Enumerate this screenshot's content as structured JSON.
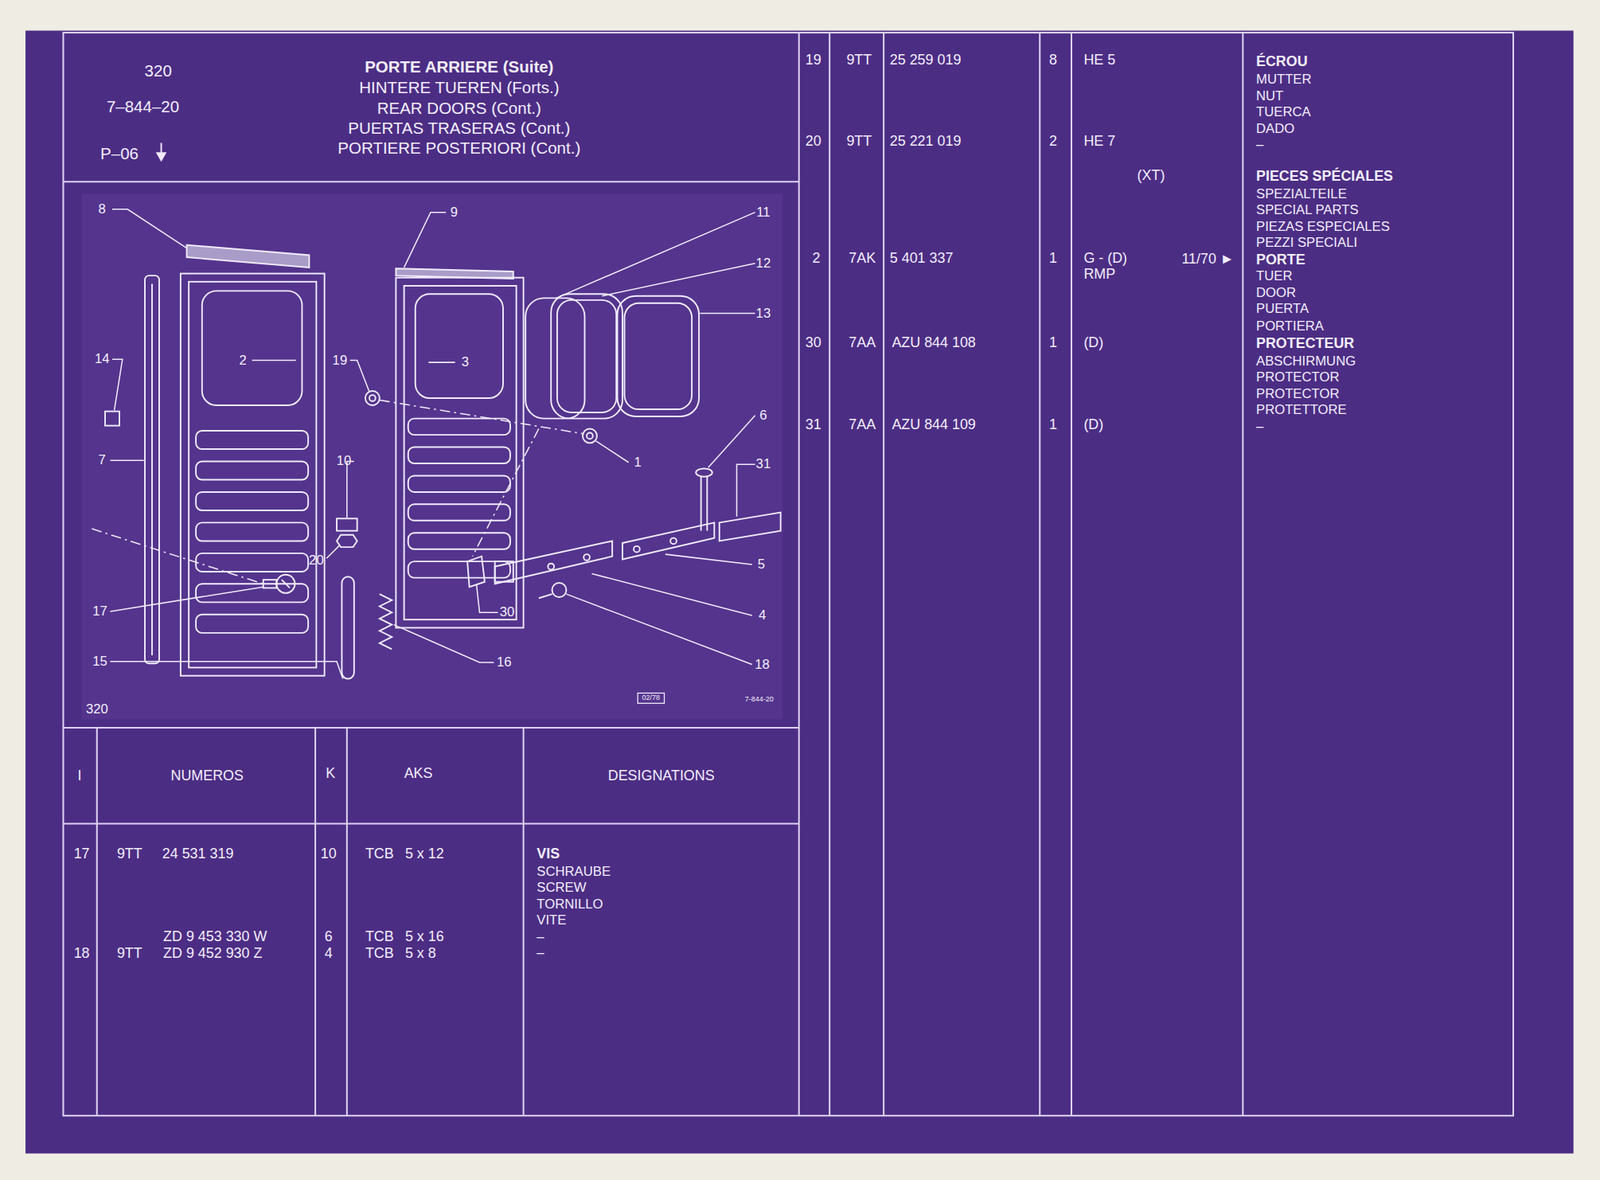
{
  "diagram": {
    "title": "PORTE ARRIERE (Suite)",
    "labels": [
      "320",
      "7–844–20",
      "P–06",
      "HINTERE TUEREN (Forts.)",
      "REAR DOORS (Cont.)",
      "PUERTAS TRASERAS (Cont.)",
      "PORTIERE POSTERIORI (Cont.)",
      "8",
      "9",
      "11",
      "12",
      "13",
      "14",
      "2",
      "19",
      "3",
      "6",
      "7",
      "10",
      "1",
      "31",
      "20",
      "5",
      "17",
      "30",
      "4",
      "15",
      "16",
      "18",
      "320",
      "02/78",
      "7-844-20",
      "I",
      "NUMEROS",
      "K",
      "AKS",
      "DESIGNATIONS",
      "17",
      "9TT",
      "24 531 319",
      "10",
      "TCB",
      "5 x 12",
      "VIS",
      "SCHRAUBE",
      "SCREW",
      "TORNILLO",
      "VITE",
      "ZD 9 453 330 W",
      "6",
      "TCB",
      "5 x 16",
      "–",
      "18",
      "9TT",
      "ZD 9 452 930 Z",
      "4",
      "TCB",
      "5 x 8",
      "–",
      "19",
      "9TT",
      "25 259 019",
      "8",
      "HE 5",
      "ÉCROU",
      "MUTTER",
      "NUT",
      "TUERCA",
      "DADO",
      "–",
      "20",
      "9TT",
      "25 221 019",
      "2",
      "HE 7",
      "(XT)",
      "PIECES SPÉCIALES",
      "SPEZIALTEILE",
      "SPECIAL PARTS",
      "PIEZAS ESPECIALES",
      "PEZZI SPECIALI",
      "2",
      "7AK",
      "5 401 337",
      "1",
      "G - (D)",
      "RMP",
      "11/70 ►",
      "PORTE",
      "TUER",
      "DOOR",
      "PUERTA",
      "PORTIERA",
      "30",
      "7AA",
      "AZU 844 108",
      "1",
      "(D)",
      "PROTECTEUR",
      "ABSCHIRMUNG",
      "PROTECTOR",
      "PROTECTOR",
      "PROTETTORE",
      "–",
      "31",
      "7AA",
      "AZU 844 109",
      "1",
      "(D)"
    ]
  }
}
